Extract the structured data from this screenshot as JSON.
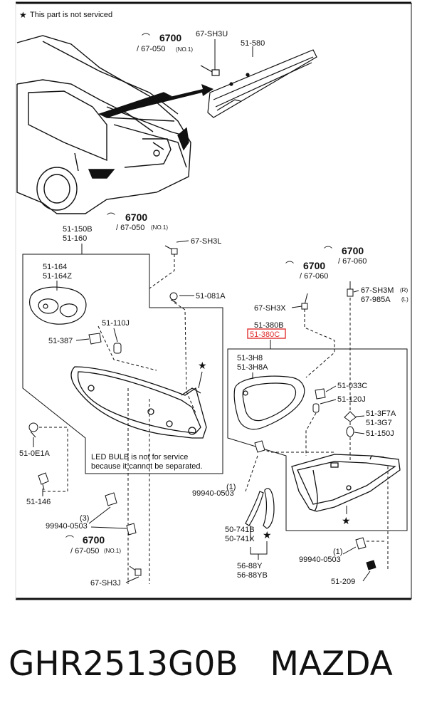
{
  "header": {
    "star": "★",
    "note": "This part is not serviced"
  },
  "labels": {
    "c6700_top": "6700",
    "c67050_top": "/ 67-050",
    "no1_top": "(NO.1)",
    "sh3u": "67-SH3U",
    "p51580": "51-580",
    "c6700_mid": "6700",
    "c67050_mid": "/ 67-050",
    "no1_mid": "(NO.1)",
    "p51150b": "51-150B",
    "p51160": "51-160",
    "sh3l": "67-SH3L",
    "p51164": "51-164",
    "p51164z": "51-164Z",
    "p51081a": "51-081A",
    "p51110j": "51-110J",
    "p51387": "51-387",
    "p510e1a": "51-0E1A",
    "p51146": "51-146",
    "led1": "LED BULB is not for service",
    "led2": "because it cannot be separated.",
    "q3": "(3)",
    "p99940a": "99940-0503",
    "c6700_low": "6700",
    "c67050_low": "/ 67-050",
    "no1_low": "(NO.1)",
    "sh3j": "67-SH3J",
    "c6700_r1": "6700",
    "c67060_r1": "/ 67-060",
    "c6700_r2": "6700",
    "c67060_r2": "/ 67-060",
    "sh3x": "67-SH3X",
    "sh3m": "67-SH3M",
    "r_tag": "(R)",
    "p985a": "67-985A",
    "l_tag": "(L)",
    "p51380b": "51-380B",
    "p51380c": "51-380C",
    "p513h8": "51-3H8",
    "p513h8a": "51-3H8A",
    "p51033c": "51-033C",
    "p51120j": "51-120J",
    "p513f7a": "51-3F7A",
    "p513g7": "51-3G7",
    "p51150j": "51-150J",
    "q1a": "(1)",
    "p99940b": "99940-0503",
    "p50741b": "50-741B",
    "p50741x": "50-741X",
    "p5688y": "56-88Y",
    "p5688yb": "56-88YB",
    "q1b": "(1)",
    "p99940c": "99940-0503",
    "p51209": "51-209"
  },
  "caption": "GHR2513G0B   MAZDA",
  "colors": {
    "highlight": "#e03030",
    "line": "#111111"
  }
}
